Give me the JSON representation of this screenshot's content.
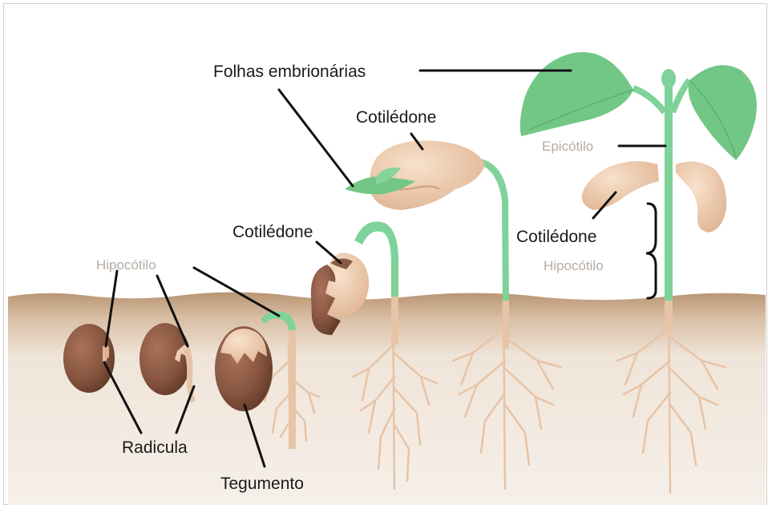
{
  "labels": {
    "folhas": "Folhas embrionárias",
    "cotiledone_1": "Cotilédone",
    "cotiledone_2": "Cotilédone",
    "cotiledone_3": "Cotilédone",
    "hipocotilo_1": "Hipocótilo",
    "hipocotilo_2": "Hipocótilo",
    "epicotilo": "Epicótilo",
    "radicula": "Radicula",
    "tegumento": "Tegumento"
  },
  "colors": {
    "soil_top": "#c6a381",
    "soil": "#f1e8de",
    "seed": "#8b5a44",
    "seed_dark": "#6b3f2c",
    "cotyledon": "#e9c4a4",
    "stem_green": "#7fd29a",
    "leaf_green": "#72c786",
    "root": "#e7c4a6",
    "label_line": "#111111",
    "grey_label": "#b4aca4"
  },
  "stages": [
    "seed-1",
    "seed-2",
    "seedling-3",
    "seedling-4",
    "seedling-5",
    "plant-6"
  ]
}
